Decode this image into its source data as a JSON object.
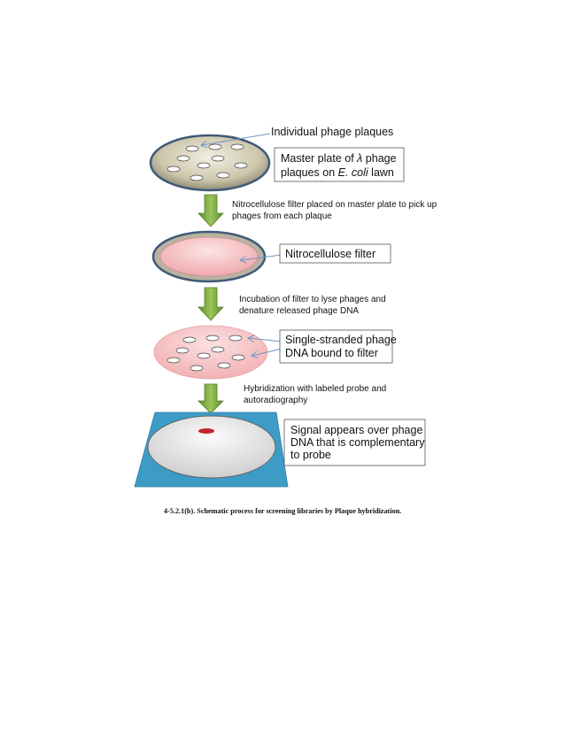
{
  "labels": {
    "individual_plaques": "Individual phage plaques",
    "master_plate": {
      "line1_pre": "Master plate of ",
      "line1_symbol": "λ",
      "line1_post": " phage",
      "line2_pre": "plaques on ",
      "line2_italic": "E. coli",
      "line2_post": " lawn"
    },
    "nitrocellulose_filter": "Nitrocellulose filter",
    "single_stranded": {
      "line1": "Single-stranded phage",
      "line2": "DNA bound to filter"
    },
    "signal": {
      "line1": "Signal appears over phage",
      "line2": "DNA that is complementary",
      "line3": "to probe"
    }
  },
  "steps": {
    "step1": {
      "line1": "Nitrocellulose filter placed on master plate to pick up",
      "line2": "phages from each plaque"
    },
    "step2": {
      "line1": "Incubation of filter to lyse phages and",
      "line2": "denature released phage DNA"
    },
    "step3": {
      "line1": "Hybridization with labeled probe and",
      "line2": "autoradiography"
    }
  },
  "caption": "4-5.2.1(b). Schematic process for screening libraries by Plaque hybridization.",
  "colors": {
    "plate_fill": "#c9c2a8",
    "plate_rim": "#3f5a78",
    "filter_pink": "#f2b6b8",
    "arrow_green": "#77a33c",
    "base_blue": "#3c9cc6",
    "signal_red": "#c0262b",
    "pointer_blue": "#6f93c6"
  }
}
